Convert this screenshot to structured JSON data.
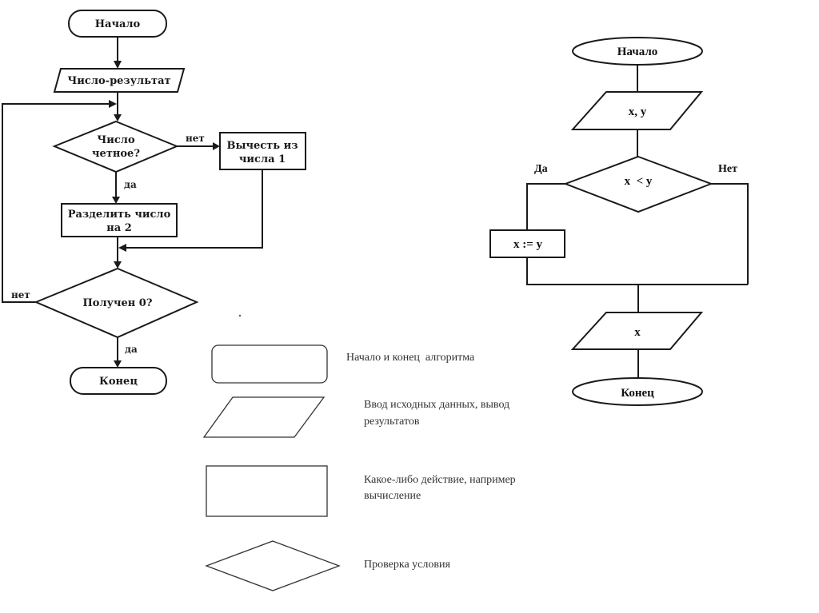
{
  "left_flowchart": {
    "start": "Начало",
    "input": "Число-результат",
    "decision_even": [
      "Число",
      "четное?"
    ],
    "no_label_1": "нет",
    "subtract": [
      "Вычесть из",
      "числа 1"
    ],
    "yes_label_1": "да",
    "divide": [
      "Разделить число",
      "на 2"
    ],
    "decision_zero": "Получен 0?",
    "no_label_2": "нет",
    "yes_label_2": "да",
    "end": "Конец"
  },
  "right_flowchart": {
    "start": "Начало",
    "input": "x, y",
    "decision": "x  < y",
    "yes_label": "Да",
    "no_label": "Нет",
    "assign": "x := y",
    "output": "x",
    "end": "Конец"
  },
  "legend": [
    {
      "shape": "rounded-rectangle",
      "lines": [
        "Начало и конец  алгоритма"
      ]
    },
    {
      "shape": "parallelogram",
      "lines": [
        "Ввод исходных данных, вывод",
        "результатов"
      ]
    },
    {
      "shape": "rectangle",
      "lines": [
        "Какое-либо действие, например",
        "вычисление"
      ]
    },
    {
      "shape": "diamond",
      "lines": [
        "Проверка условия"
      ]
    }
  ]
}
